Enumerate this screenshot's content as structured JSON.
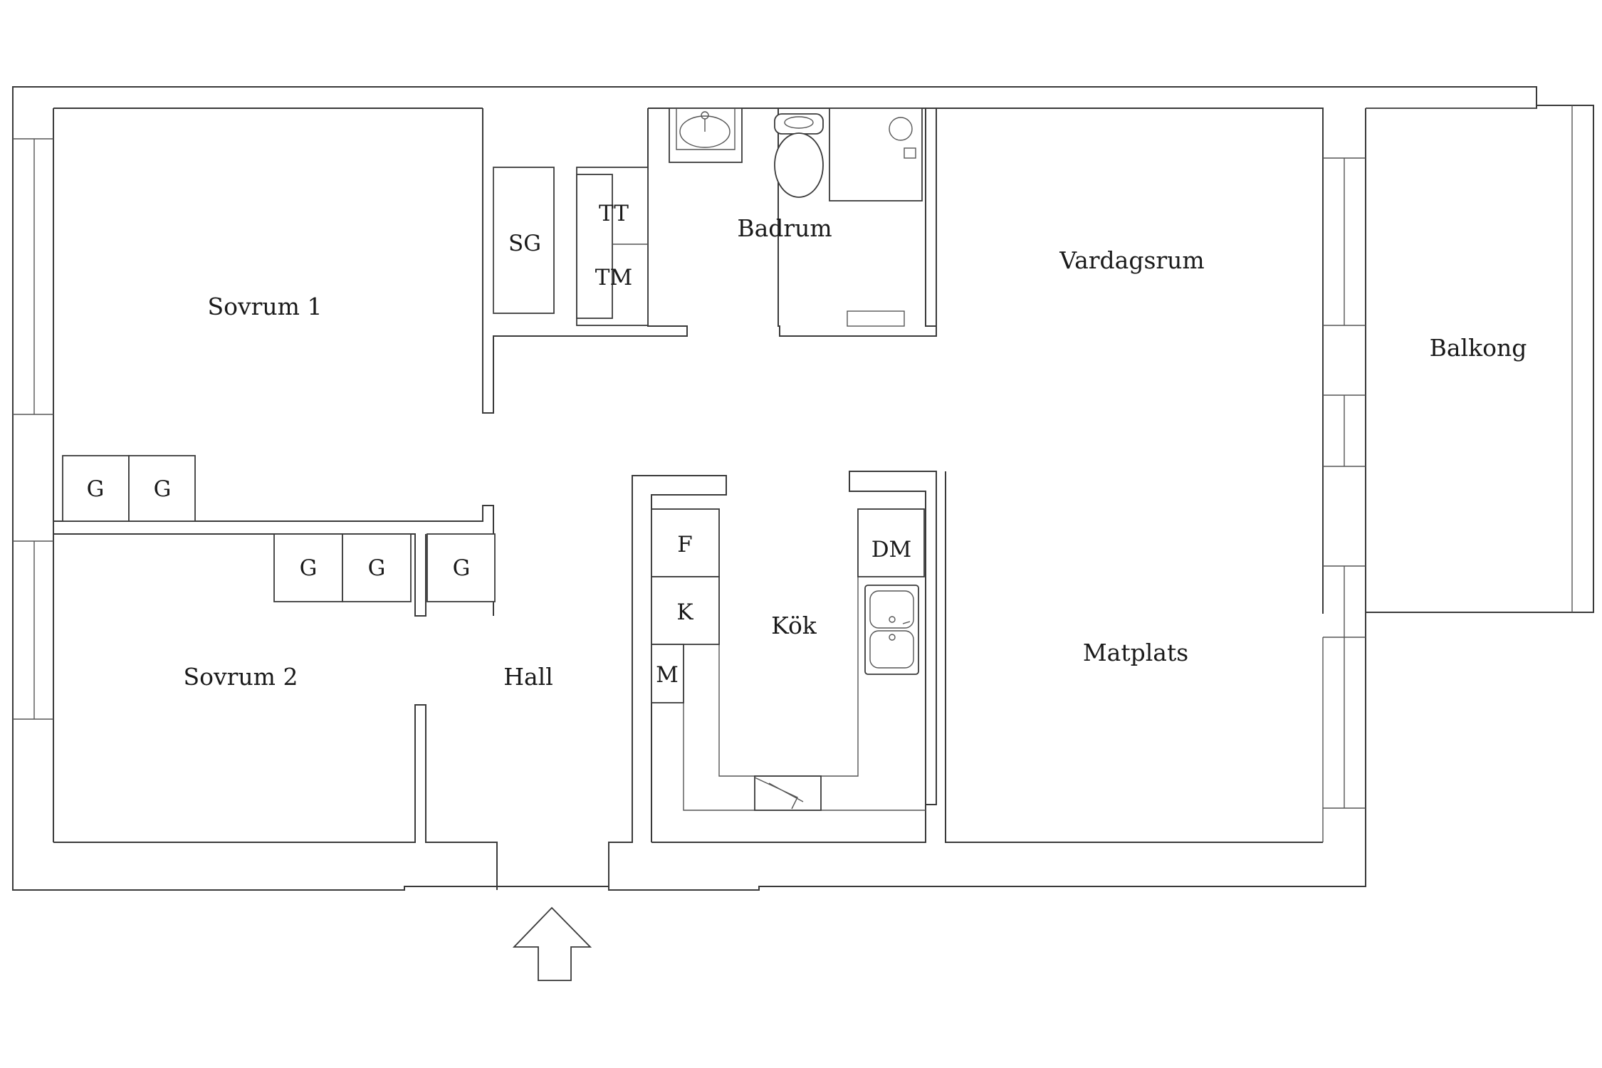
{
  "rooms": {
    "sovrum1": "Sovrum 1",
    "sovrum2": "Sovrum 2",
    "badrum": "Badrum",
    "vardagsrum": "Vardagsrum",
    "balkong": "Balkong",
    "hall": "Hall",
    "kok": "Kök",
    "matplats": "Matplats"
  },
  "fixtures": {
    "sg": "SG",
    "tt": "TT",
    "tm": "TM",
    "g": "G",
    "f": "F",
    "k": "K",
    "m": "M",
    "dm": "DM"
  },
  "icons": {
    "entrance": "entrance-arrow-icon",
    "washbasin": "washbasin-icon",
    "toilet": "toilet-icon",
    "shower": "shower-icon",
    "sink": "double-sink-icon",
    "stove": "stove-icon"
  }
}
